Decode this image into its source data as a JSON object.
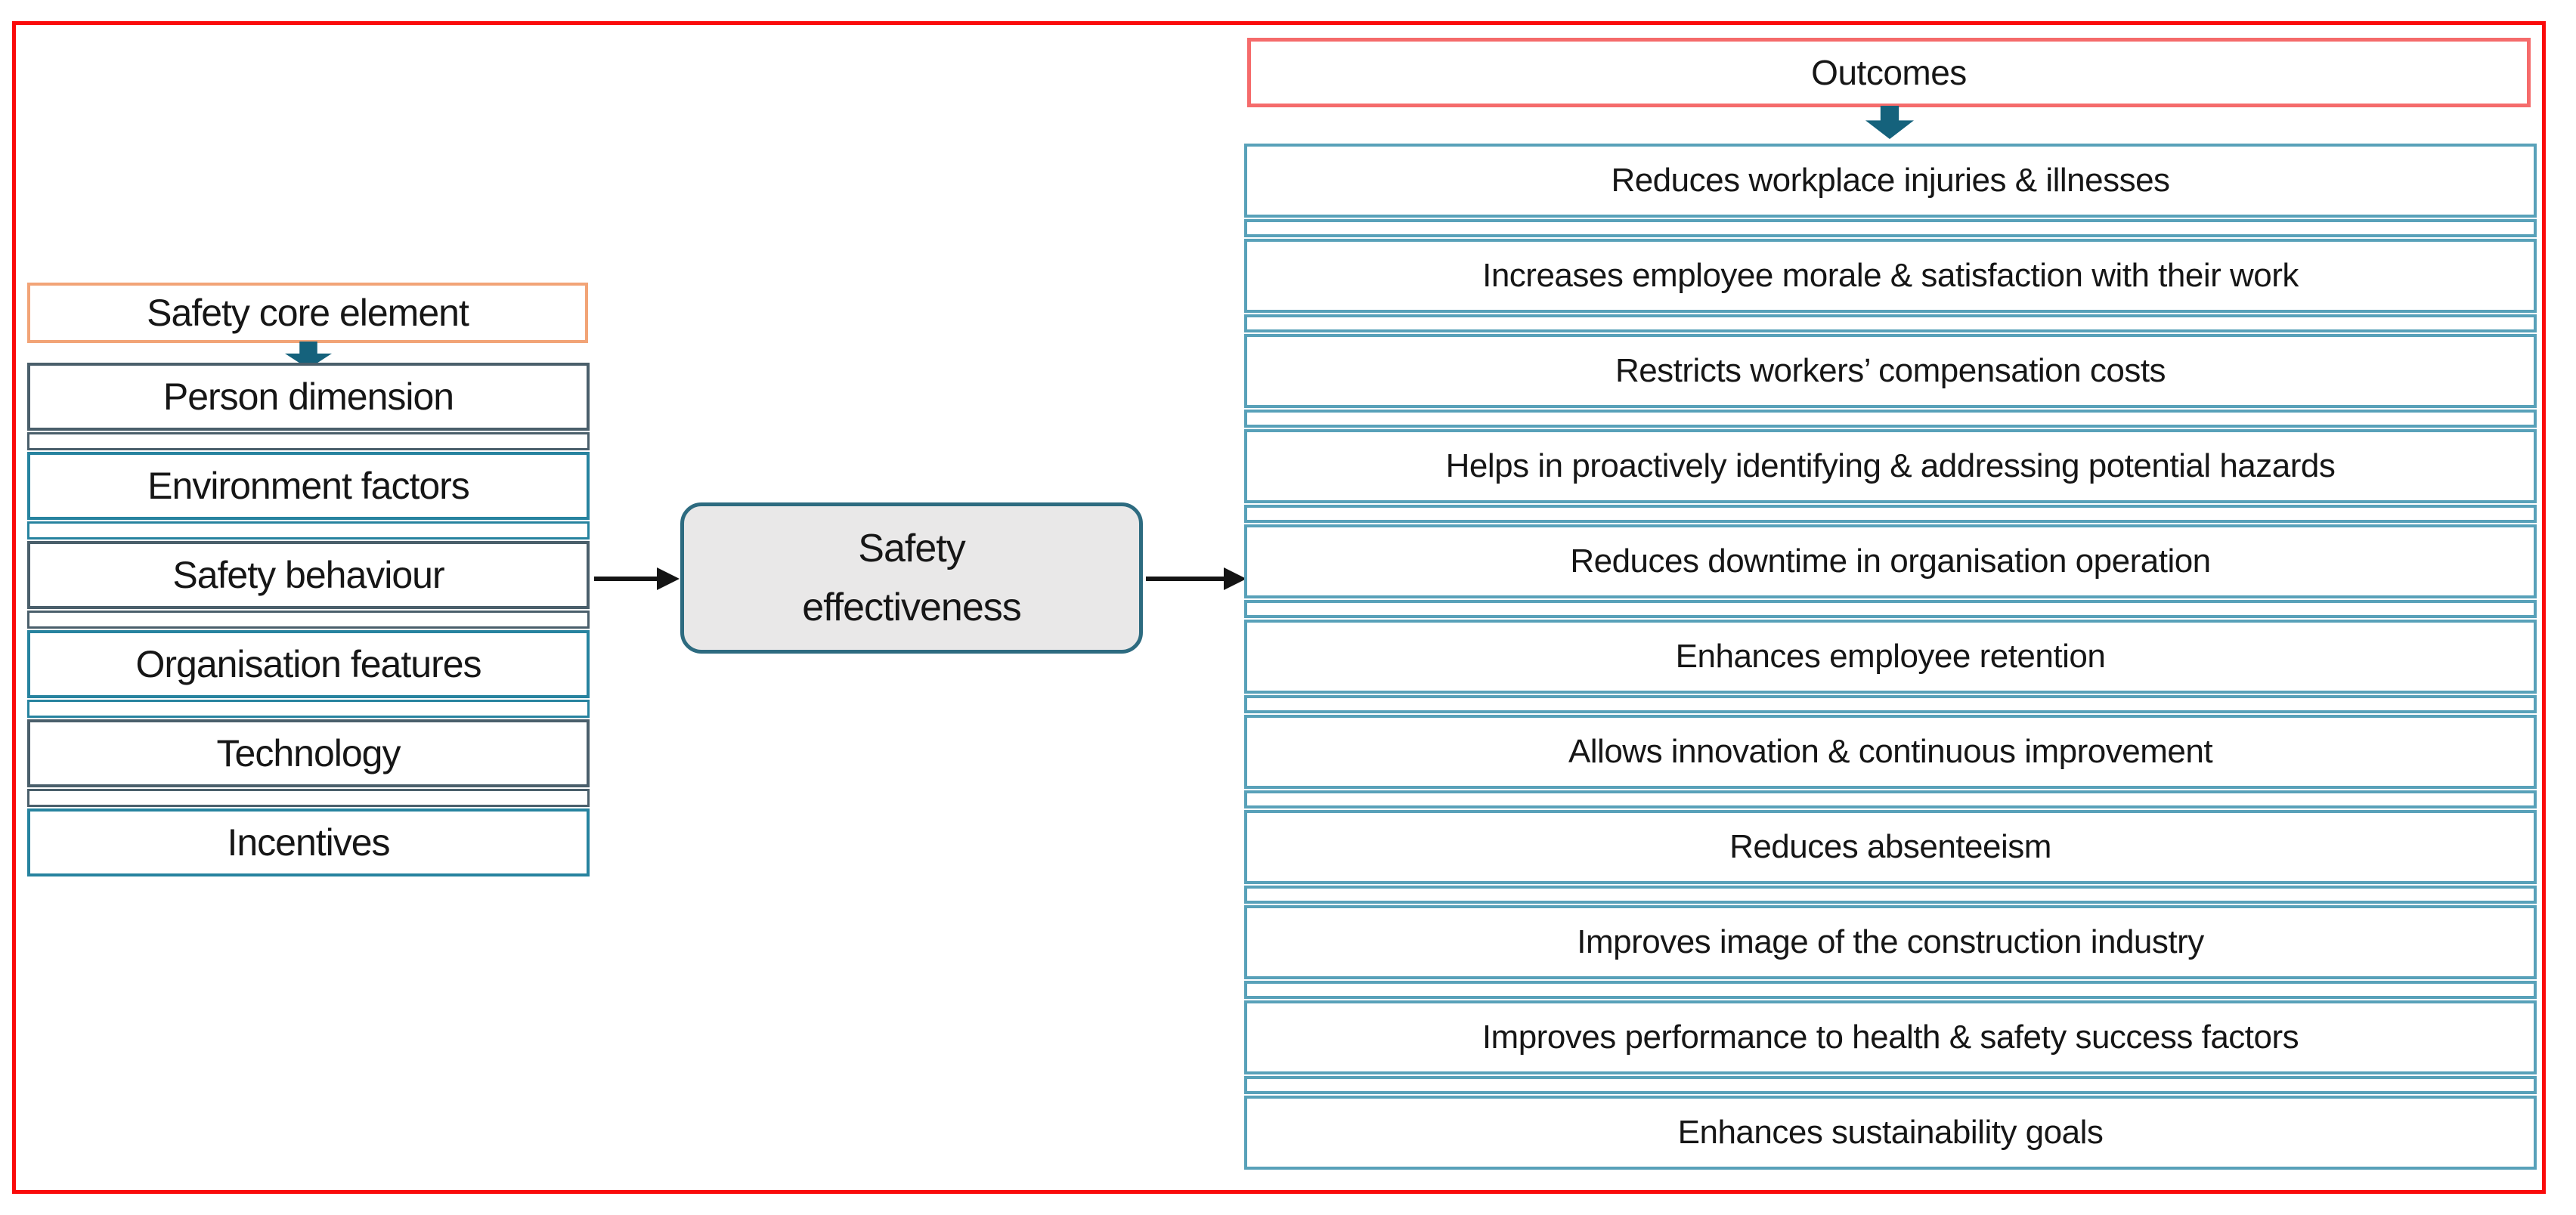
{
  "left_panel": {
    "header": "Safety core element",
    "items": [
      "Person dimension",
      "Environment factors",
      "Safety behaviour",
      "Organisation features",
      "Technology",
      "Incentives"
    ]
  },
  "center_node": {
    "line1": "Safety",
    "line2": "effectiveness"
  },
  "right_panel": {
    "header": "Outcomes",
    "items": [
      "Reduces workplace injuries & illnesses",
      "Increases employee morale & satisfaction with their work",
      "Restricts workers’ compensation costs",
      "Helps in proactively identifying & addressing potential hazards",
      "Reduces downtime in organisation operation",
      "Enhances employee retention",
      "Allows innovation & continuous improvement",
      "Reduces absenteeism",
      "Improves image of the construction industry",
      "Improves performance to health & safety success factors",
      "Enhances sustainability goals"
    ]
  },
  "icons": {
    "down_arrow": "block-arrow-down",
    "connector_arrow": "arrow-right"
  },
  "colors": {
    "outer_border": "#fa0a0a",
    "outcomes_border": "#f56b6b",
    "core_element_border": "#f2a477",
    "arrow_teal": "#15627c",
    "left_row_dark": "#4a5f6b",
    "left_row_teal": "#27839f",
    "right_row_border": "#58a1b9",
    "center_fill": "#e9e8e8",
    "center_border": "#2d6b80",
    "connector": "#141414"
  }
}
